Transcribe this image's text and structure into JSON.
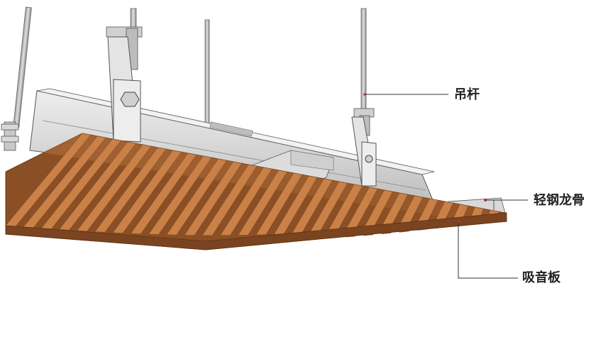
{
  "diagram": {
    "callouts": {
      "rod": "吊杆",
      "keel": "轻钢龙骨",
      "panel": "吸音板"
    }
  },
  "colors": {
    "wood_light": "#c98147",
    "wood_dark": "#8a4f24",
    "wood_edge": "#a9602f",
    "steel_light": "#e6e6e6",
    "steel_mid": "#c9c9c9",
    "steel_dark": "#9a9a9a",
    "leader_line": "#333333"
  }
}
